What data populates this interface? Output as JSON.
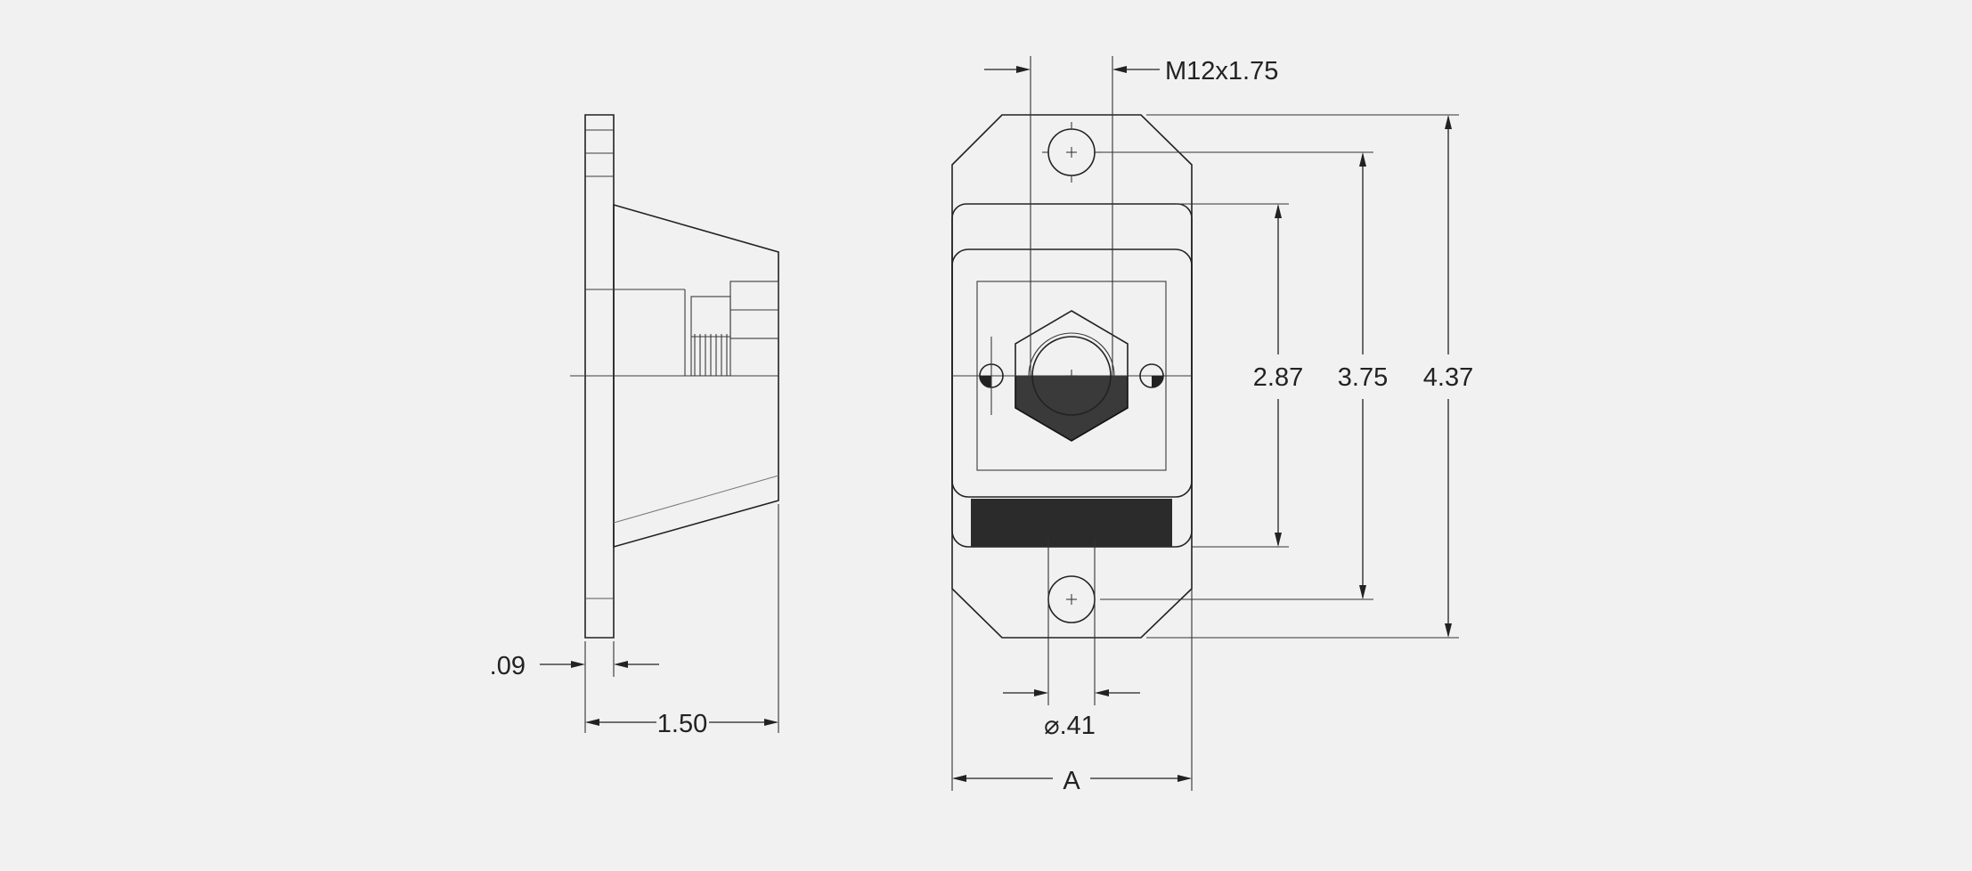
{
  "drawing": {
    "labels": {
      "thread": "M12x1.75",
      "dim_287": "2.87",
      "dim_375": "3.75",
      "dim_437": "4.37",
      "dim_009": ".09",
      "dim_150": "1.50",
      "dim_hole": "⌀.41",
      "dim_a": "A"
    }
  },
  "colors": {
    "background": "#f0f1f0",
    "light_body": "#c4c5c4",
    "dark_body": "#353535",
    "line": "#222222"
  }
}
